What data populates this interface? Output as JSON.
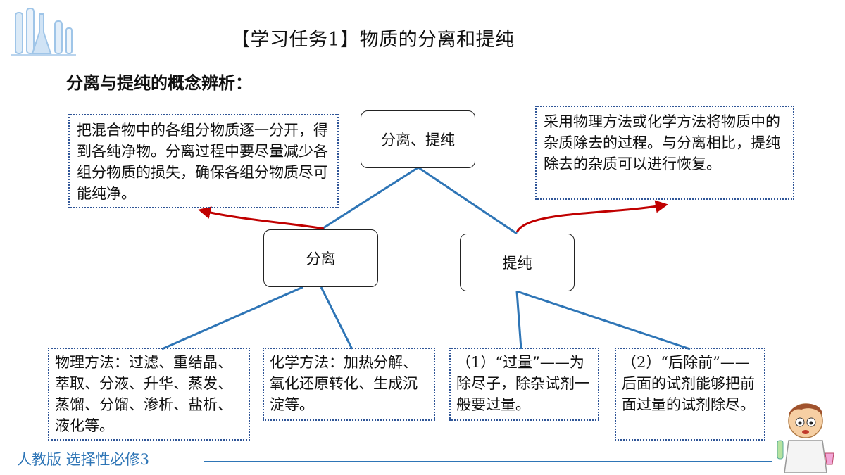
{
  "header": {
    "title": "【学习任务1】物质的分离和提纯",
    "subtitle": "分离与提纯的概念辨析："
  },
  "nodes": {
    "root": "分离、提纯",
    "separation": "分离",
    "purification": "提纯"
  },
  "notes": {
    "separation_definition": "把混合物中的各组分物质逐一分开，得到各纯净物。分离过程中要尽量减少各组分物质的损失，确保各组分物质尽可能纯净。",
    "purification_definition": "采用物理方法或化学方法将物质中的杂质除去的过程。与分离相比，提纯除去的杂质可以进行恢复。",
    "physical_methods": "物理方法：过滤、重结晶、萃取、分液、升华、蒸发、蒸馏、分馏、渗析、盐析、液化等。",
    "chemical_methods": "化学方法：加热分解、氧化还原转化、生成沉淀等。",
    "principle_excess": "（1）“过量”——为除尽子，除杂试剂一般要过量。",
    "principle_order": "（2）“后除前”——后面的试剂能够把前面过量的试剂除尽。"
  },
  "footer": {
    "edition": "人教版 选择性必修3"
  },
  "colors": {
    "connector": "#2e75b6",
    "arrow": "#c00000",
    "dotted_border": "#2f5597",
    "footer_text": "#2e75b6"
  },
  "icons": [
    "lab-glassware-icon",
    "scientist-boy-icon"
  ]
}
